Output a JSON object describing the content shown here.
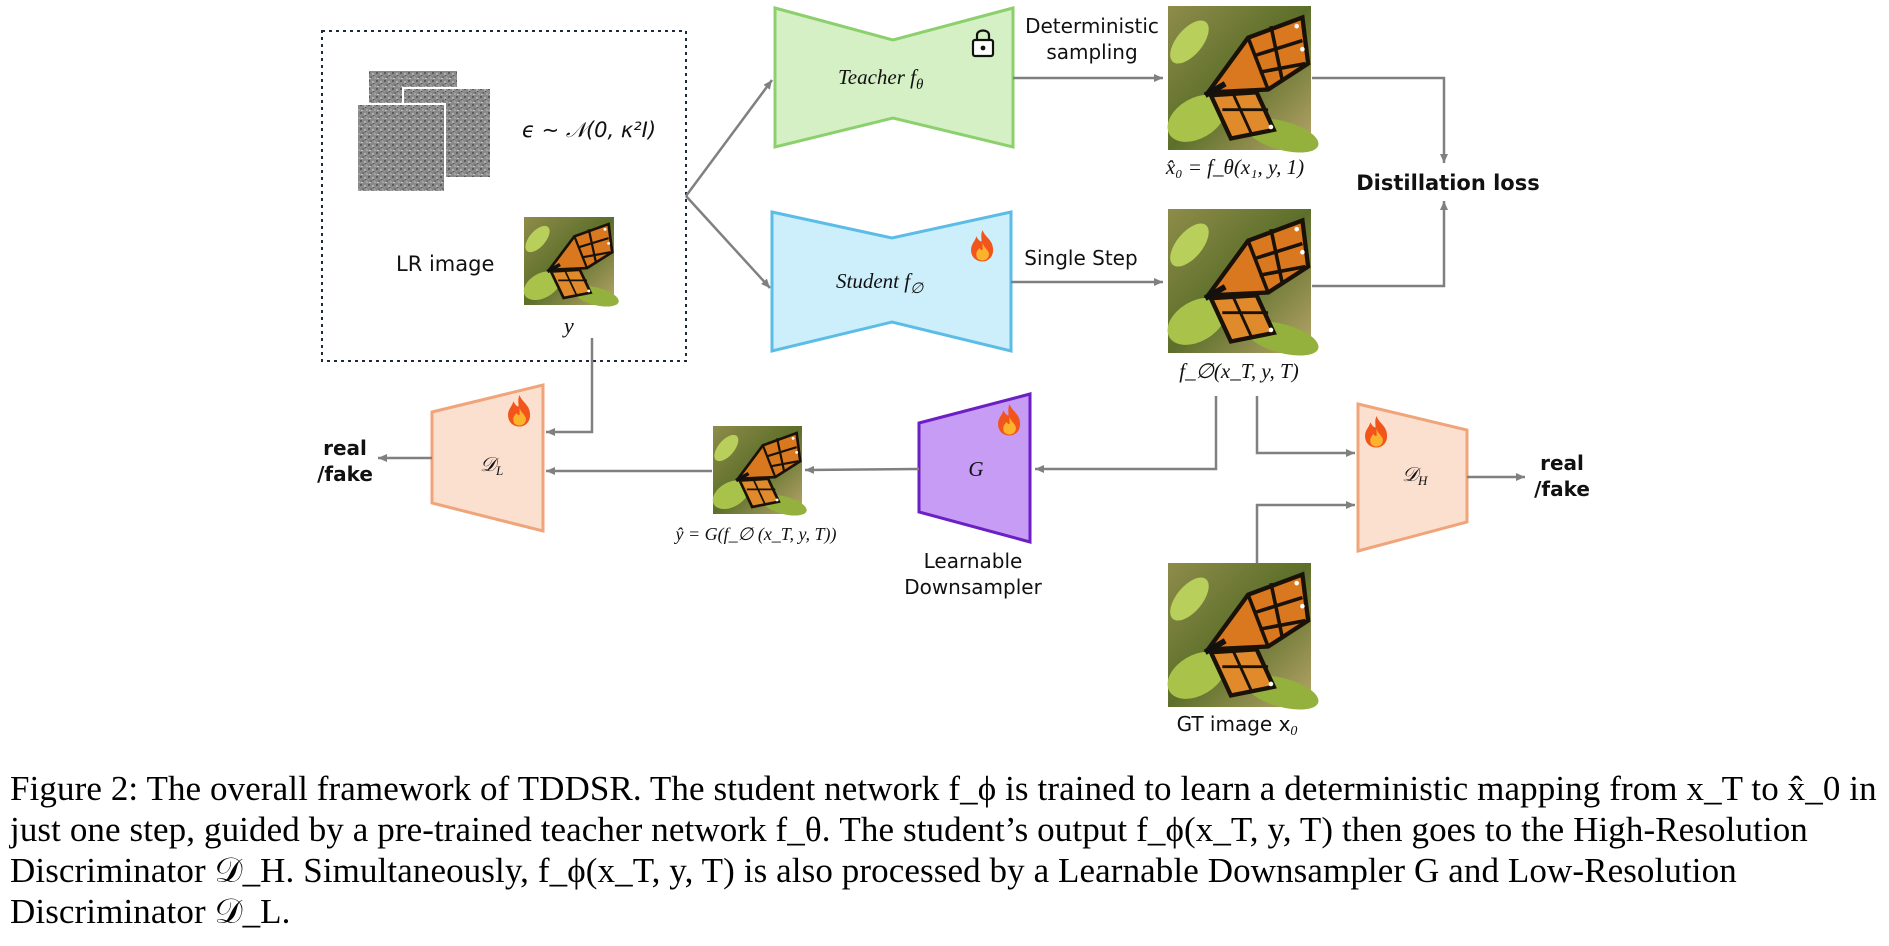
{
  "figure": {
    "epsilon_label": "ϵ ∼ 𝒩(0, κ²I)",
    "lr_image_label": "LR image",
    "y_label": "y",
    "teacher_label": "Teacher f",
    "teacher_sub": "θ",
    "student_label": "Student f",
    "student_sub": "∅",
    "deterministic_line1": "Deterministic",
    "deterministic_line2": "sampling",
    "single_step": "Single Step",
    "x0hat_label": "x̂₀ = f_θ(x₁, y, 1)",
    "fphi_label": "f_∅(x_T, y, T)",
    "distillation_loss": "Distillation loss",
    "g_label": "G",
    "learnable_line1": "Learnable",
    "learnable_line2": "Downsampler",
    "yhat_label": "ŷ = G(f_∅ (x_T, y, T))",
    "dl_label": "𝒟",
    "dl_sub": "L",
    "dh_label": "𝒟",
    "dh_sub": "H",
    "real_fake_line1": "real",
    "real_fake_line2": "/fake",
    "gt_label": "GT image x",
    "gt_sub": "0"
  },
  "caption": {
    "prefix": "Figure 2: The overall framework of TDDSR. The student network ",
    "text": "Figure 2: The overall framework of TDDSR. The student network f_ϕ is trained to learn a deterministic mapping from x_T to x̂_0 in just one step, guided by a pre-trained teacher network f_θ. The student’s output f_ϕ(x_T, y, T) then goes to the High-Resolution Discriminator 𝒟_H. Simultaneously, f_ϕ(x_T, y, T) is also processed by a Learnable Downsampler G and Low-Resolution Discriminator 𝒟_L."
  },
  "colors": {
    "teacher_fill": "#d4f0c4",
    "teacher_stroke": "#8cd06e",
    "student_fill": "#cdeefb",
    "student_stroke": "#5bbde6",
    "disc_fill": "#fbe0d0",
    "disc_stroke": "#f0a47a",
    "g_fill": "#c79cf5",
    "g_stroke": "#6b1fc4",
    "arrow": "#808080"
  }
}
